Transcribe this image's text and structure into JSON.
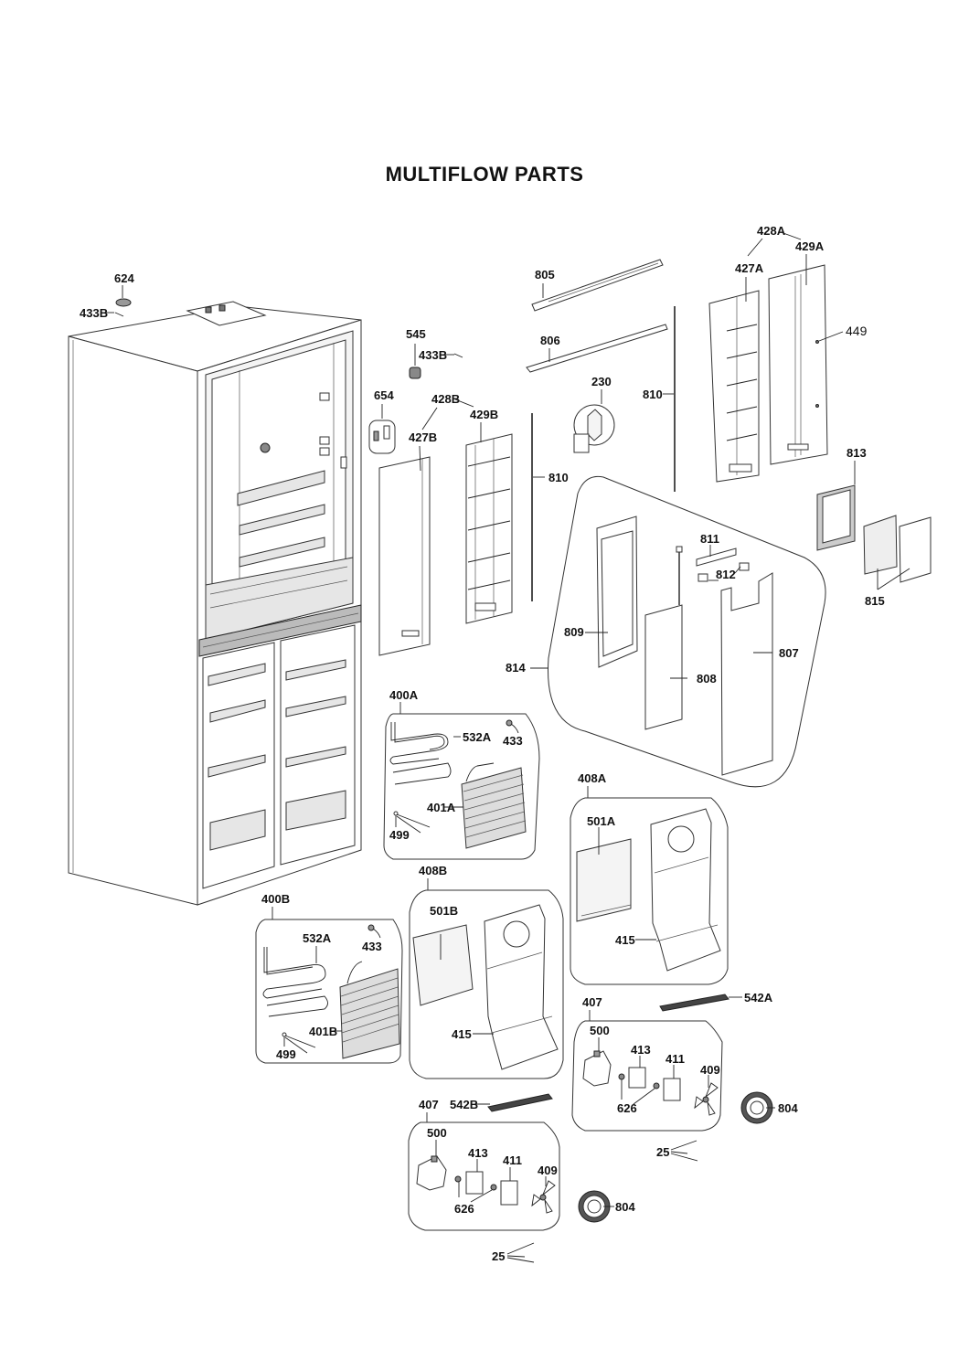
{
  "title": "MULTIFLOW PARTS",
  "labels": {
    "p624": "624",
    "p433B_a": "433B",
    "p545": "545",
    "p433B_b": "433B",
    "p654": "654",
    "p428B": "428B",
    "p427B": "427B",
    "p429B": "429B",
    "p805": "805",
    "p806": "806",
    "p230": "230",
    "p810_a": "810",
    "p810_b": "810",
    "p428A": "428A",
    "p427A": "427A",
    "p429A": "429A",
    "p449": "449",
    "p813": "813",
    "p811": "811",
    "p812": "812",
    "p815": "815",
    "p809": "809",
    "p814": "814",
    "p807": "807",
    "p808": "808",
    "p400A": "400A",
    "p532A_a": "532A",
    "p433_a": "433",
    "p401A": "401A",
    "p499_a": "499",
    "p408A": "408A",
    "p501A": "501A",
    "p415_a": "415",
    "p408B": "408B",
    "p501B": "501B",
    "p415_b": "415",
    "p400B": "400B",
    "p532A_b": "532A",
    "p433_b": "433",
    "p401B": "401B",
    "p499_b": "499",
    "p542A": "542A",
    "p407_a": "407",
    "p500_a": "500",
    "p413_a": "413",
    "p411_a": "411",
    "p409_a": "409",
    "p626_a": "626",
    "p804_a": "804",
    "p25_a": "25",
    "p542B": "542B",
    "p407_b": "407",
    "p500_b": "500",
    "p413_b": "413",
    "p411_b": "411",
    "p409_b": "409",
    "p626_b": "626",
    "p804_b": "804",
    "p25_b": "25"
  }
}
